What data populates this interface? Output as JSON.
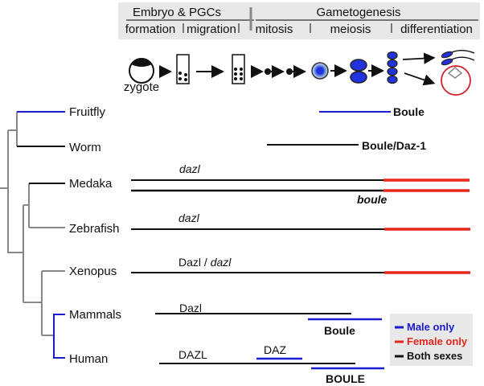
{
  "colors": {
    "male": "#1a1ad0",
    "female": "#e8261c",
    "both": "#111111",
    "tree_gray": "#888888",
    "header_bg": "#e8e8e8",
    "legend_bg": "#e8e8e8"
  },
  "header": {
    "group_embryo": "Embryo & PGCs",
    "group_gametogenesis": "Gametogenesis",
    "stages": [
      "formation",
      "migration",
      "mitosis",
      "meiosis",
      "differentiation"
    ]
  },
  "cells": {
    "zygote_label": "zygote"
  },
  "species": [
    {
      "name": "Fruitfly"
    },
    {
      "name": "Worm"
    },
    {
      "name": "Medaka"
    },
    {
      "name": "Zebrafish"
    },
    {
      "name": "Xenopus"
    },
    {
      "name": "Mammals"
    },
    {
      "name": "Human"
    }
  ],
  "gene_labels": {
    "fruitfly_boule": "Boule",
    "worm_boule_daz1": "Boule/Daz-1",
    "medaka_dazl": "dazl",
    "medaka_boule": "boule",
    "zebrafish_dazl": "dazl",
    "xenopus_dazl_prefix": "Dazl / ",
    "xenopus_dazl_italic": "dazl",
    "mammals_dazl": "Dazl",
    "mammals_boule": "Boule",
    "human_dazl": "DAZL",
    "human_daz": "DAZ",
    "human_boule": "BOULE"
  },
  "legend": {
    "items": [
      {
        "label": "Male only",
        "color": "#1a1ad0"
      },
      {
        "label": "Female only",
        "color": "#e8261c"
      },
      {
        "label": "Both sexes",
        "color": "#111111"
      }
    ]
  }
}
